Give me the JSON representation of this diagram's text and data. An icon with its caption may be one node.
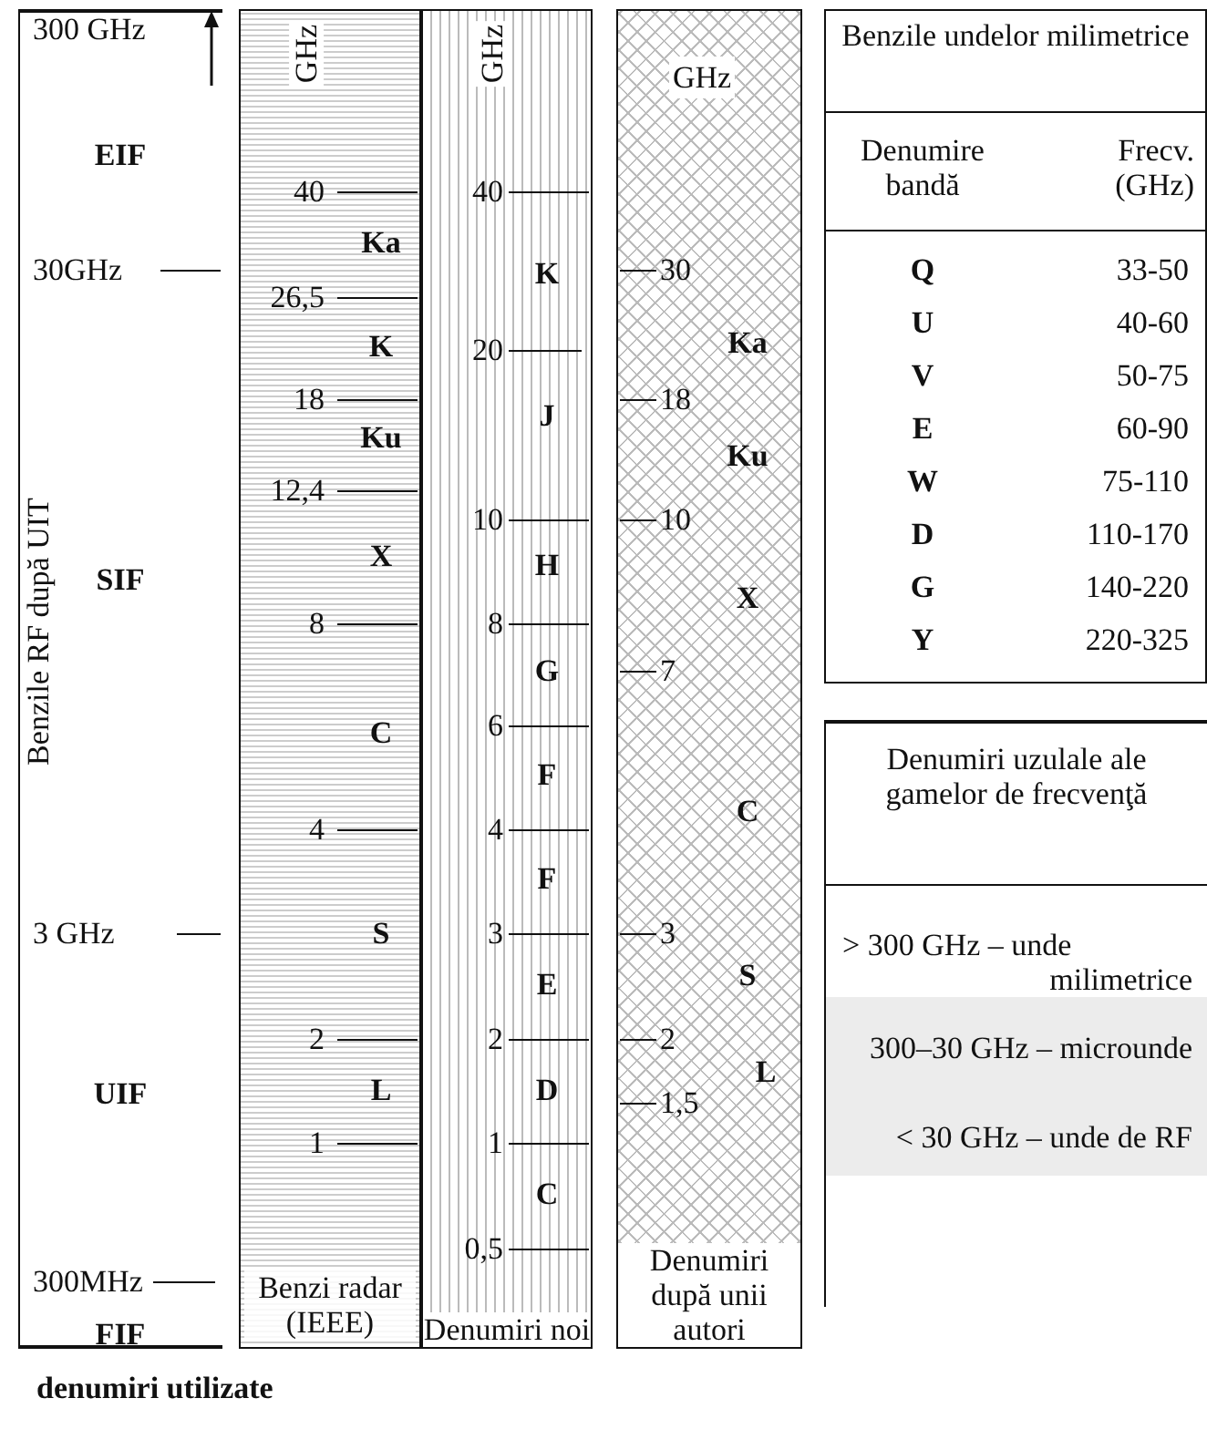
{
  "diagram": {
    "caption": "denumiri utilizate",
    "nodes": [
      {
        "text": [
          "Benzile RF după UIT"
        ]
      },
      {
        "text": [
          "GHz",
          "Benzi radar (IEEE)"
        ]
      },
      {
        "text": [
          "GHz",
          "Denumiri noi"
        ]
      },
      {
        "text": [
          "GHz",
          "Denumiri după unii autori"
        ]
      },
      {
        "text": [
          "Benzile undelor milimetrice"
        ]
      },
      {
        "text": [
          "Denumiri uzulale ale gamelor de frecvenţă"
        ]
      }
    ],
    "labels": [
      "300 GHz",
      "EIF",
      "30GHz",
      "SIF",
      "3 GHz",
      "UIF",
      "300MHz",
      "FIF",
      "40",
      "Ka",
      "26,5",
      "K",
      "18",
      "Ku",
      "12,4",
      "X",
      "8",
      "C",
      "4",
      "S",
      "2",
      "L",
      "1",
      "40",
      "K",
      "20",
      "J",
      "10",
      "H",
      "8",
      "G",
      "6",
      "F",
      "4",
      "F",
      "3",
      "E",
      "2",
      "D",
      "1",
      "C",
      "0,5",
      "30",
      "Ka",
      "18",
      "Ku",
      "10",
      "X",
      "7",
      "C",
      "3",
      "S",
      "2",
      "L",
      "1,5",
      "Denumire bandă",
      "Frecv. (GHz)",
      "Q",
      "33-50",
      "U",
      "40-60",
      "V",
      "50-75",
      "E",
      "60-90",
      "W",
      "75-110",
      "D",
      "110-170",
      "G",
      "140-220",
      "Y",
      "220-325",
      "> 300 GHz – unde milimetrice",
      "300–30 GHz – microunde",
      "< 30 GHz – unde de RF"
    ]
  }
}
